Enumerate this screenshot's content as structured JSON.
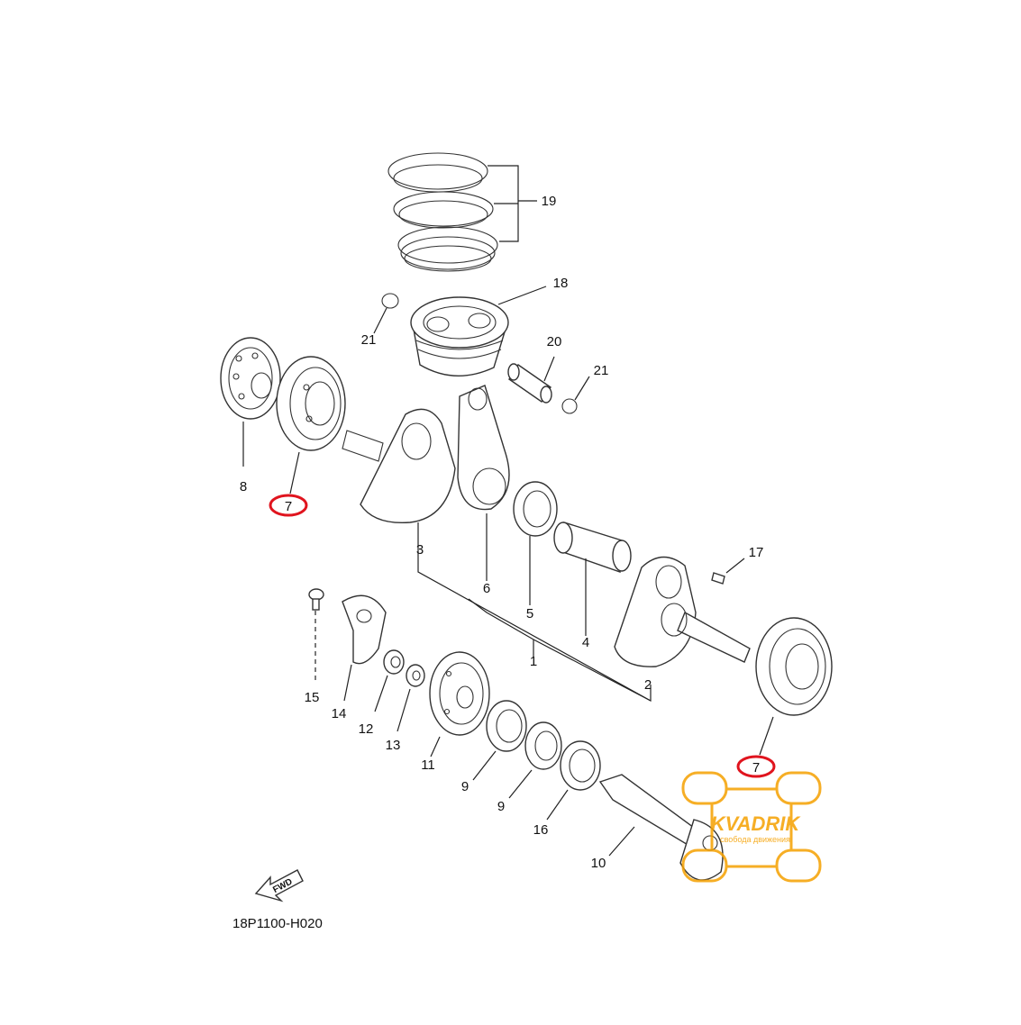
{
  "diagram_code": "18P1100-H020",
  "fwd_text": "FWD",
  "watermark": {
    "brand": "KVADRIK",
    "slogan": "свобода движения",
    "color": "#f5a000"
  },
  "highlight_color": "#e0141e",
  "part_labels": {
    "p1": "1",
    "p2": "2",
    "p3": "3",
    "p4": "4",
    "p5": "5",
    "p6": "6",
    "p7a": "7",
    "p7b": "7",
    "p8": "8",
    "p9a": "9",
    "p9b": "9",
    "p10": "10",
    "p11": "11",
    "p12": "12",
    "p13": "13",
    "p14": "14",
    "p15": "15",
    "p16": "16",
    "p17": "17",
    "p18": "18",
    "p19": "19",
    "p20": "20",
    "p21a": "21",
    "p21b": "21"
  }
}
